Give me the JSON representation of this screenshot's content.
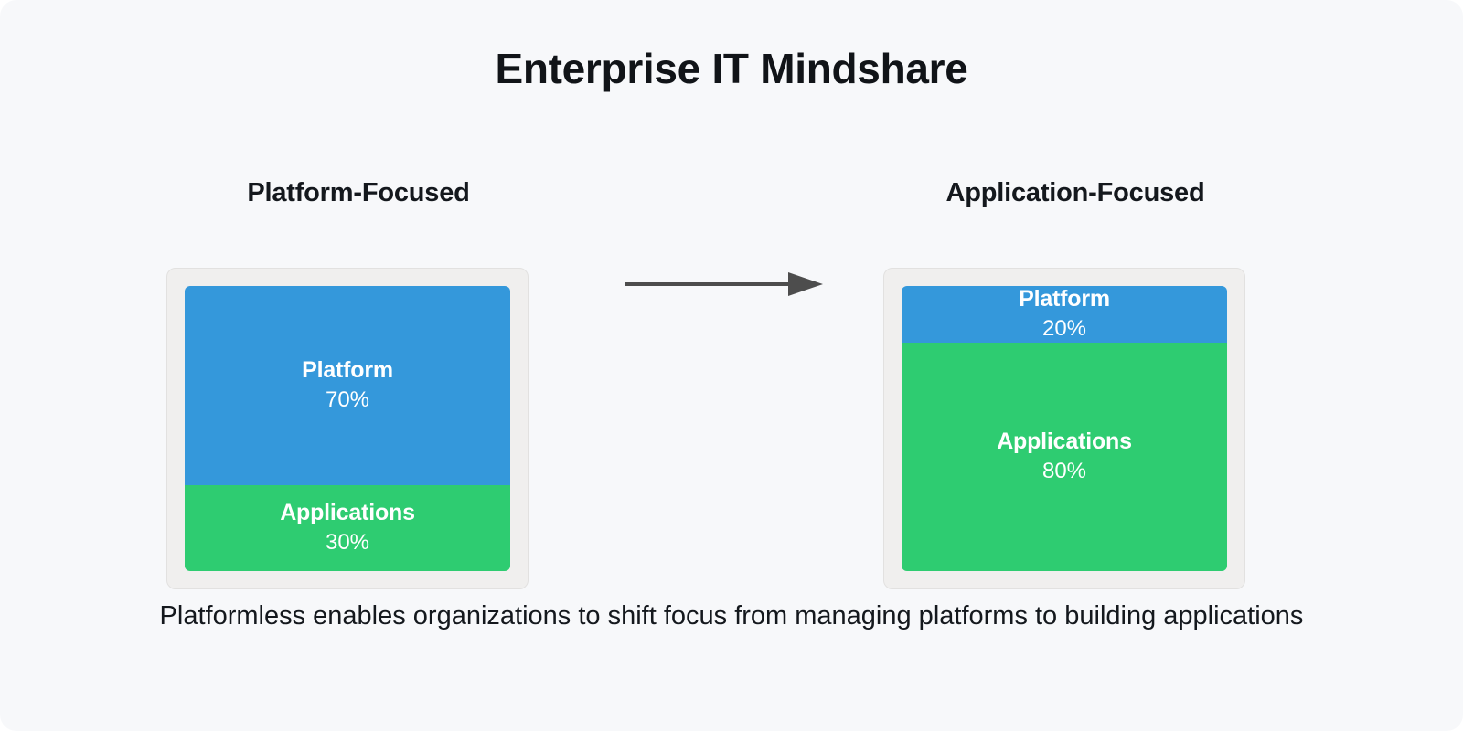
{
  "title": "Enterprise IT Mindshare",
  "caption": "Platformless enables organizations to shift focus from managing platforms to building applications",
  "arrow": {
    "icon": "arrow-right-icon",
    "color": "#4d4d4d"
  },
  "colors": {
    "page_background": "#f7f8fa",
    "card_background": "#f0efee",
    "card_border": "#e2e1e0",
    "platform": "#3498db",
    "applications": "#2ecc71",
    "text": "#14181d",
    "segment_text": "#ffffff"
  },
  "panels": [
    {
      "heading": "Platform-Focused",
      "segments": [
        {
          "label": "Platform",
          "value": "70%",
          "pct": 70,
          "color": "#3498db"
        },
        {
          "label": "Applications",
          "value": "30%",
          "pct": 30,
          "color": "#2ecc71"
        }
      ]
    },
    {
      "heading": "Application-Focused",
      "segments": [
        {
          "label": "Platform",
          "value": "20%",
          "pct": 20,
          "color": "#3498db"
        },
        {
          "label": "Applications",
          "value": "80%",
          "pct": 80,
          "color": "#2ecc71"
        }
      ]
    }
  ],
  "chart_data": {
    "type": "bar",
    "title": "Enterprise IT Mindshare",
    "subtitle": "Platformless enables organizations to shift focus from managing platforms to building applications",
    "stacked": true,
    "orientation": "vertical",
    "categories": [
      "Platform-Focused",
      "Application-Focused"
    ],
    "series": [
      {
        "name": "Platform",
        "values": [
          70,
          20
        ],
        "color": "#3498db"
      },
      {
        "name": "Applications",
        "values": [
          30,
          80
        ],
        "color": "#2ecc71"
      }
    ],
    "value_labels": [
      [
        "70%",
        "30%"
      ],
      [
        "20%",
        "80%"
      ]
    ],
    "unit": "%",
    "ylim": [
      0,
      100
    ],
    "xlabel": "",
    "ylabel": "",
    "grid": false,
    "legend": "none",
    "annotations": [
      "arrow from Platform-Focused to Application-Focused"
    ]
  }
}
